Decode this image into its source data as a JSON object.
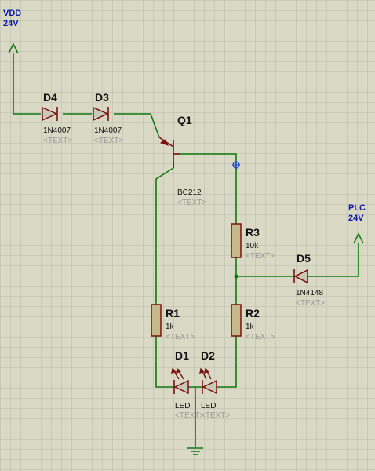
{
  "power": {
    "vdd_name": "VDD",
    "vdd_value": "24V",
    "plc_name": "PLC",
    "plc_value": "24V"
  },
  "components": {
    "d4": {
      "ref": "D4",
      "value": "1N4007",
      "text": "<TEXT>"
    },
    "d3": {
      "ref": "D3",
      "value": "1N4007",
      "text": "<TEXT>"
    },
    "q1": {
      "ref": "Q1",
      "value": "BC212",
      "text": "<TEXT>"
    },
    "r3": {
      "ref": "R3",
      "value": "10k",
      "text": "<TEXT>"
    },
    "d5": {
      "ref": "D5",
      "value": "1N4148",
      "text": "<TEXT>"
    },
    "r1": {
      "ref": "R1",
      "value": "1k",
      "text": "<TEXT>"
    },
    "r2": {
      "ref": "R2",
      "value": "1k",
      "text": "<TEXT>"
    },
    "d1": {
      "ref": "D1",
      "value": "LED",
      "text": "<TEXT>"
    },
    "d2": {
      "ref": "D2",
      "value": "LED",
      "text": "<TEXT>"
    }
  },
  "colors": {
    "background": "#d9d9c6",
    "grid": "#bcbcaa",
    "wire": "#0f7a0f",
    "component": "#7a1010",
    "power_label": "#0a1aa8",
    "hidden_text": "#9a9a9a"
  }
}
